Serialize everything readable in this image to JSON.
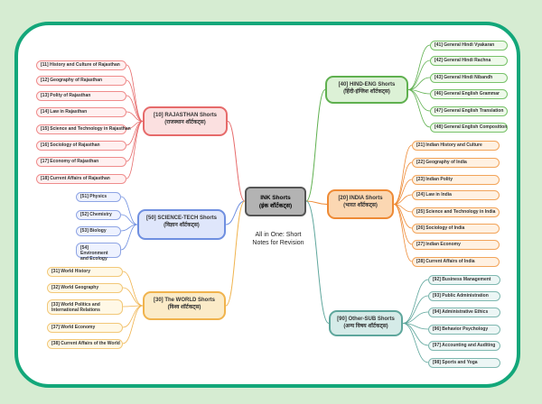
{
  "center": {
    "title": "INK Shorts",
    "subtitle": "(इंक शॉर्टकट्स)",
    "tagline": "All in One: Short Notes for Revision"
  },
  "colors": {
    "frame": "#13a77a",
    "rajasthan": "#e66a6a",
    "science_tech": "#6f8fe0",
    "world": "#f0b34d",
    "hindi_english": "#5fb04f",
    "india": "#ee8a35",
    "other": "#5ea69c"
  },
  "categories": {
    "rajasthan": {
      "title": "[10] RAJASTHAN Shorts",
      "subtitle": "(राजस्थान शॉर्टकट्स)",
      "items": [
        "[11] History and Culture of Rajasthan",
        "[12] Geography of Rajasthan",
        "[13] Polity of Rajasthan",
        "[14] Law in Rajasthan",
        "[15] Science and Technology in Rajasthan",
        "[16] Sociology of Rajasthan",
        "[17] Economy of Rajasthan",
        "[18] Current Affairs of Rajasthan"
      ]
    },
    "science_tech": {
      "title": "[50] SCIENCE-TECH Shorts",
      "subtitle": "(विज्ञान शॉर्टकट्स)",
      "items": [
        "[51] Physics",
        "[52] Chemistry",
        "[53] Biology",
        "[54] Environment and Ecology"
      ]
    },
    "world": {
      "title": "[30] The WORLD Shorts",
      "subtitle": "(विश्व शॉर्टकट्स)",
      "items": [
        "[31] World History",
        "[32] World Geography",
        "[33] World Politics and International Relations",
        "[37] World Economy",
        "[38] Current Affairs of the World"
      ]
    },
    "hindi_english": {
      "title": "[40] HIND-ENG Shorts",
      "subtitle": "(हिंदी-इंग्लिश शॉर्टकट्स)",
      "items": [
        "[41] General Hindi Vyakaran",
        "[42] General Hindi Rachna",
        "[43] General Hindi Nibandh",
        "[46] General English Grammar",
        "[47] General English Translation",
        "[48] General English Composition"
      ]
    },
    "india": {
      "title": "[20] INDIA Shorts",
      "subtitle": "(भारत शॉर्टकट्स)",
      "items": [
        "[21] Indian History and Culture",
        "[22] Geography of India",
        "[23] Indian Polity",
        "[24] Law in India",
        "[25] Science and Technology in India",
        "[26] Sociology of India",
        "[27] Indian Economy",
        "[28] Current Affairs of India"
      ]
    },
    "other": {
      "title": "[90] Other-SUB Shorts",
      "subtitle": "(अन्य विषय शॉर्टकट्स)",
      "items": [
        "[92] Business Management",
        "[93] Public Administration",
        "[94] Administrative Ethics",
        "[96] Behavior Psychology",
        "[97] Accounting and Auditing",
        "[98] Sports and Yoga"
      ]
    }
  }
}
